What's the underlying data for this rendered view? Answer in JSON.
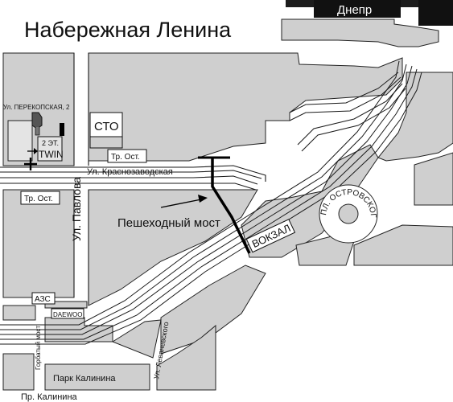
{
  "title": "Набережная  Ленина",
  "river": "Днепр",
  "streets": {
    "pavlova": "Ул. Павлова",
    "krasnozavodskaya": "Ул. Краснозаводская",
    "perekopskaya": "Ул. ПЕРЕКОПСКАЯ, 2",
    "levanevskogo": "Ул. Леваневского",
    "ostrovskogo": "ПЛ. ОСТРОВСКОГО",
    "kalinina": "Пр. Калинина",
    "gorbaty_most": "Горбатый мост"
  },
  "labels": {
    "sto": "СТО",
    "tr_ost_1": "Тр. Ост.",
    "tr_ost_2": "Тр. Ост.",
    "floor": "2 ЭТ.",
    "twin": "TWIN",
    "bridge": "Пешеходный мост",
    "vokzal": "ВОКЗАЛ",
    "azs": "АЗС",
    "daewoo": "DAEWOO",
    "park": "Парк Калинина"
  },
  "icons": {
    "entrance": "arrow-right-icon",
    "hand": "pointing-hand-icon",
    "cross": "cross-marker-icon"
  },
  "colors": {
    "blocks": "#cfcfcf",
    "river_bar": "#111111",
    "bridge": "#000000"
  }
}
